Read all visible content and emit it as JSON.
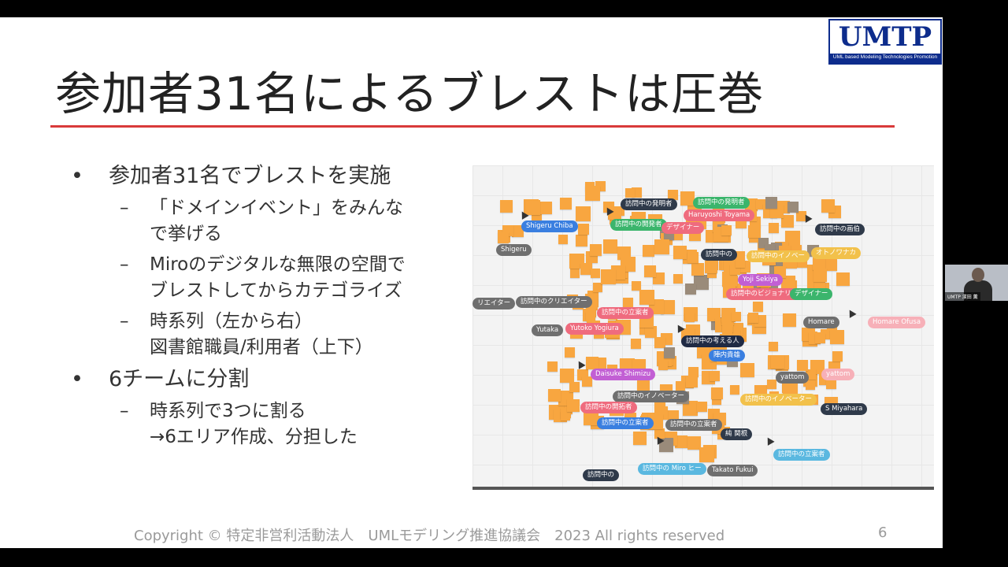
{
  "slide": {
    "title": "参加者31名によるブレストは圧巻",
    "logo": {
      "main": "UMTP",
      "sub": "UML based Modeling Technologies Promotion"
    },
    "bullets": [
      {
        "text": "参加者31名でブレストを実施",
        "subs": [
          [
            "「ドメインイベント」をみんな",
            "で挙げる"
          ],
          [
            "Miroのデジタルな無限の空間で",
            "ブレストしてからカテゴライズ"
          ],
          [
            "時系列（左から右）",
            "図書館職員/利用者（上下）"
          ]
        ]
      },
      {
        "text": "6チームに分割",
        "subs": [
          [
            "時系列で3つに割る",
            "→6エリア作成、分担した"
          ]
        ]
      }
    ],
    "footer": "Copyright © 特定非営利活動法人　UMLモデリング推進協議会　2023 All rights reserved",
    "page_number": "6"
  },
  "board": {
    "labels": [
      {
        "text": "訪問中の発明者",
        "color": "#2f3a4a"
      },
      {
        "text": "訪問中の発明者",
        "color": "#3bb56c"
      },
      {
        "text": "Haruyoshi Toyama",
        "color": "#ef6b7e"
      },
      {
        "text": "訪問中の開発者",
        "color": "#3bb56c"
      },
      {
        "text": "デザイナー",
        "color": "#ef6b7e"
      },
      {
        "text": "Shigeru Chiba",
        "color": "#3a7fe0"
      },
      {
        "text": "訪問中の画伯",
        "color": "#2f3a4a"
      },
      {
        "text": "Shigeru",
        "color": "#6f6f6f"
      },
      {
        "text": "訪問中の",
        "color": "#2f3a4a"
      },
      {
        "text": "訪問中のイノベー",
        "color": "#f2c14b"
      },
      {
        "text": "オトノワナカ",
        "color": "#f2c14b"
      },
      {
        "text": "Yoji Sekiya",
        "color": "#c25fd4"
      },
      {
        "text": "訪問中のビジョナリー",
        "color": "#ef6b7e"
      },
      {
        "text": "デザイナー",
        "color": "#3bb56c"
      },
      {
        "text": "リエイター",
        "color": "#6f6f6f"
      },
      {
        "text": "訪問中のクリエイター",
        "color": "#6f6f6f"
      },
      {
        "text": "訪問中の立案者",
        "color": "#ef6b7e"
      },
      {
        "text": "Homare",
        "color": "#6f6f6f"
      },
      {
        "text": "Homare Ofusa",
        "color": "#f7b0b8"
      },
      {
        "text": "Yutaka",
        "color": "#6f6f6f"
      },
      {
        "text": "Yutoko Yogiura",
        "color": "#ef6b7e"
      },
      {
        "text": "訪問中の考える人",
        "color": "#1f2a44"
      },
      {
        "text": "陣内貴雄",
        "color": "#3a7fe0"
      },
      {
        "text": "Daisuke Shimizu",
        "color": "#c25fd4"
      },
      {
        "text": "yattom",
        "color": "#6f6f6f"
      },
      {
        "text": "yattom",
        "color": "#f7b0b8"
      },
      {
        "text": "訪問中のイノベーター",
        "color": "#6f6f6f"
      },
      {
        "text": "訪問中のイノベーター",
        "color": "#f2c14b"
      },
      {
        "text": "訪問中の開拓者",
        "color": "#ef6b7e"
      },
      {
        "text": "S Miyahara",
        "color": "#2f3a4a"
      },
      {
        "text": "訪問中の立案者",
        "color": "#3a7fe0"
      },
      {
        "text": "訪問中の立案者",
        "color": "#6f6f6f"
      },
      {
        "text": "純 関根",
        "color": "#2f3a4a"
      },
      {
        "text": "訪問中の立案者",
        "color": "#5ab8e0"
      },
      {
        "text": "訪問中の",
        "color": "#2f3a4a"
      },
      {
        "text": "訪問中の Miro ヒー",
        "color": "#5ab8e0"
      },
      {
        "text": "Takato Fukui",
        "color": "#6f6f6f"
      }
    ]
  },
  "video": {
    "name": "UMTP 濱田 薫"
  }
}
